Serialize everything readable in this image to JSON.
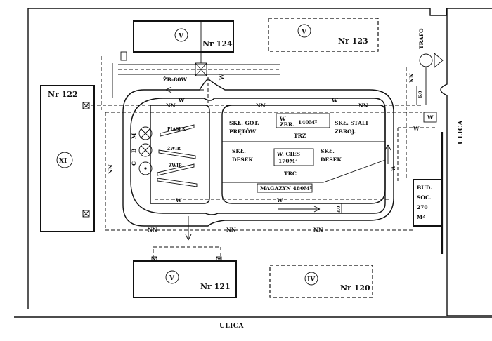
{
  "buildings": {
    "nr124": {
      "number": "Nr 124",
      "category": "V"
    },
    "nr123": {
      "number": "Nr 123",
      "category": "V"
    },
    "nr122": {
      "number": "Nr 122",
      "category": "XI"
    },
    "nr121": {
      "number": "Nr 121",
      "category": "V"
    },
    "nr120": {
      "number": "Nr 120",
      "category": "IV"
    }
  },
  "roads": {
    "bottom": "ULICA",
    "right": "ULICA"
  },
  "site": {
    "trafo": "TRAFO",
    "crane": "ŻB-80W",
    "social_building": [
      "BUD.",
      "SOC.",
      "270",
      "M²"
    ],
    "storage_finished_bars": [
      "SKŁ. GOT.",
      "PRĘTÓW"
    ],
    "storage_rebar_steel": [
      "SKŁ. STALI",
      "ZBROJ."
    ],
    "storage_boards_left": [
      "SKŁ.",
      "DESEK"
    ],
    "storage_boards_right": [
      "SKŁ.",
      "DESEK"
    ],
    "rebar_shop": {
      "w": "W",
      "zbr": "ZBR.",
      "area": "140M²"
    },
    "carpentry_shop": {
      "line1": "W. CIES",
      "area": "170M²"
    },
    "trz": "TRZ",
    "trc": "TRC",
    "warehouse": "MAGAZYN 480M²",
    "sand": "PIASEK",
    "gravel1": "ŻWIR",
    "gravel2": "ŻWIR",
    "mixer": [
      "C",
      "B",
      "M"
    ],
    "dim1": "6.0",
    "dim2": "3.0"
  },
  "utility_labels": {
    "nn": "NN",
    "water": "W"
  }
}
